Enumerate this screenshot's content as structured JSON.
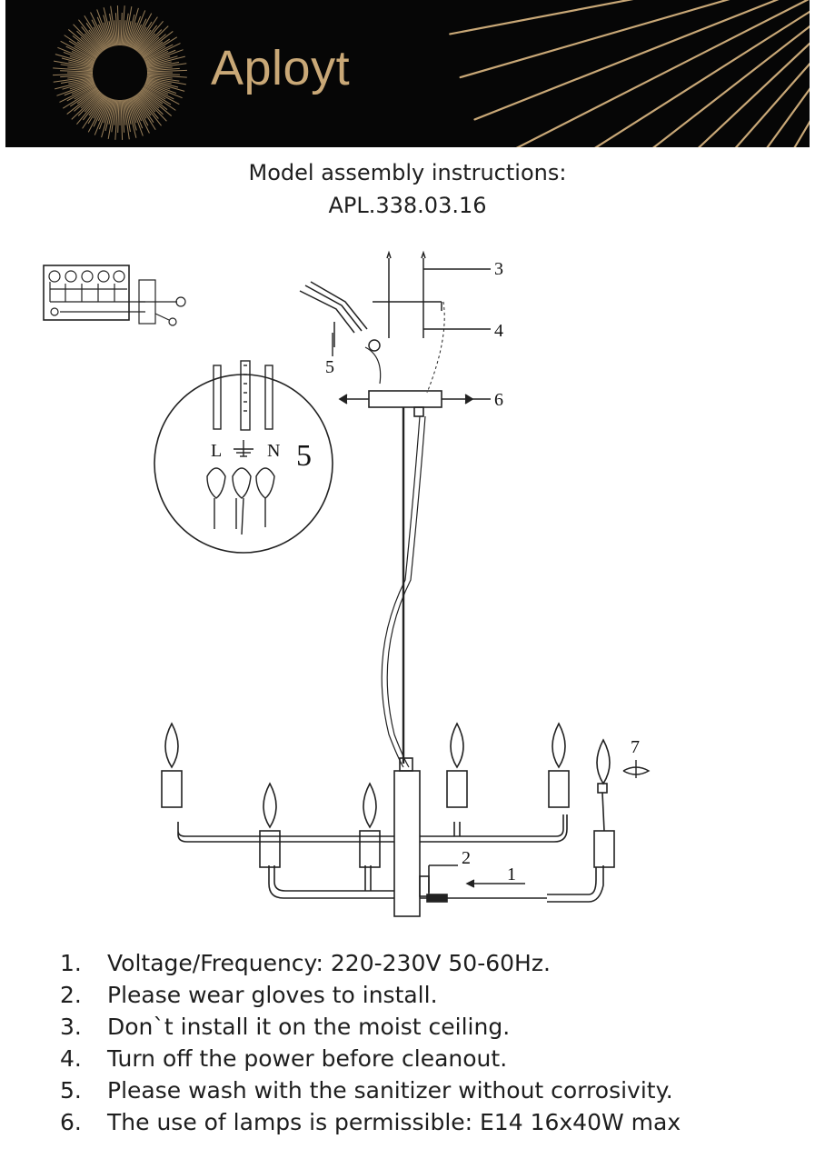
{
  "brand": {
    "name": "Aployt"
  },
  "title": {
    "line1": "Model assembly instructions:",
    "line2": "APL.338.03.16"
  },
  "diagram": {
    "callouts": [
      "1",
      "2",
      "3",
      "4",
      "5",
      "6",
      "7"
    ],
    "detail_label_number": "5",
    "wire_labels": {
      "live": "L",
      "neutral": "N"
    }
  },
  "instructions": [
    {
      "num": "1.",
      "text": "Voltage/Frequency: 220-230V 50-60Hz."
    },
    {
      "num": "2.",
      "text": "Please wear gloves to install."
    },
    {
      "num": "3.",
      "text": "Don`t install it on the moist ceiling."
    },
    {
      "num": "4.",
      "text": "Turn off the power before cleanout."
    },
    {
      "num": "5.",
      "text": "Please wash with the sanitizer without corrosivity."
    },
    {
      "num": "6.",
      "text": "The use of lamps is permissible: E14 16x40W max"
    }
  ],
  "colors": {
    "banner_bg": "#060606",
    "gold": "#c9a877",
    "line": "#222222"
  }
}
